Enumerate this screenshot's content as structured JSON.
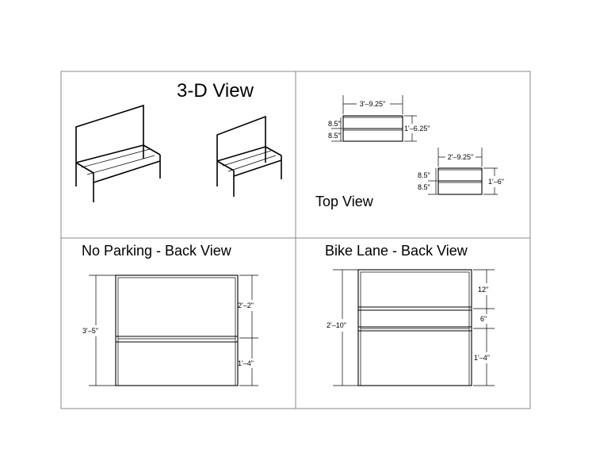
{
  "panels": {
    "three_d": {
      "title": "3-D View"
    },
    "top": {
      "title": "Top View",
      "bench_a": {
        "width": "3'–9.25\"",
        "depth": "1'–6.25\"",
        "slat1": "8.5\"",
        "slat2": "8.5\""
      },
      "bench_b": {
        "width": "2'–9.25\"",
        "depth": "1'–6\"",
        "slat1": "8.5\"",
        "slat2": "8.5\""
      }
    },
    "no_parking": {
      "title": "No Parking - Back View",
      "overall": "3'–5\"",
      "upper": "2'–2\"",
      "lower": "1'–4\""
    },
    "bike_lane": {
      "title": "Bike Lane - Back View",
      "overall": "2'–10\"",
      "top": "12\"",
      "mid": "6\"",
      "lower": "1'–4\""
    }
  },
  "colors": {
    "line": "#000000",
    "frame": "#888888",
    "background": "#ffffff"
  }
}
